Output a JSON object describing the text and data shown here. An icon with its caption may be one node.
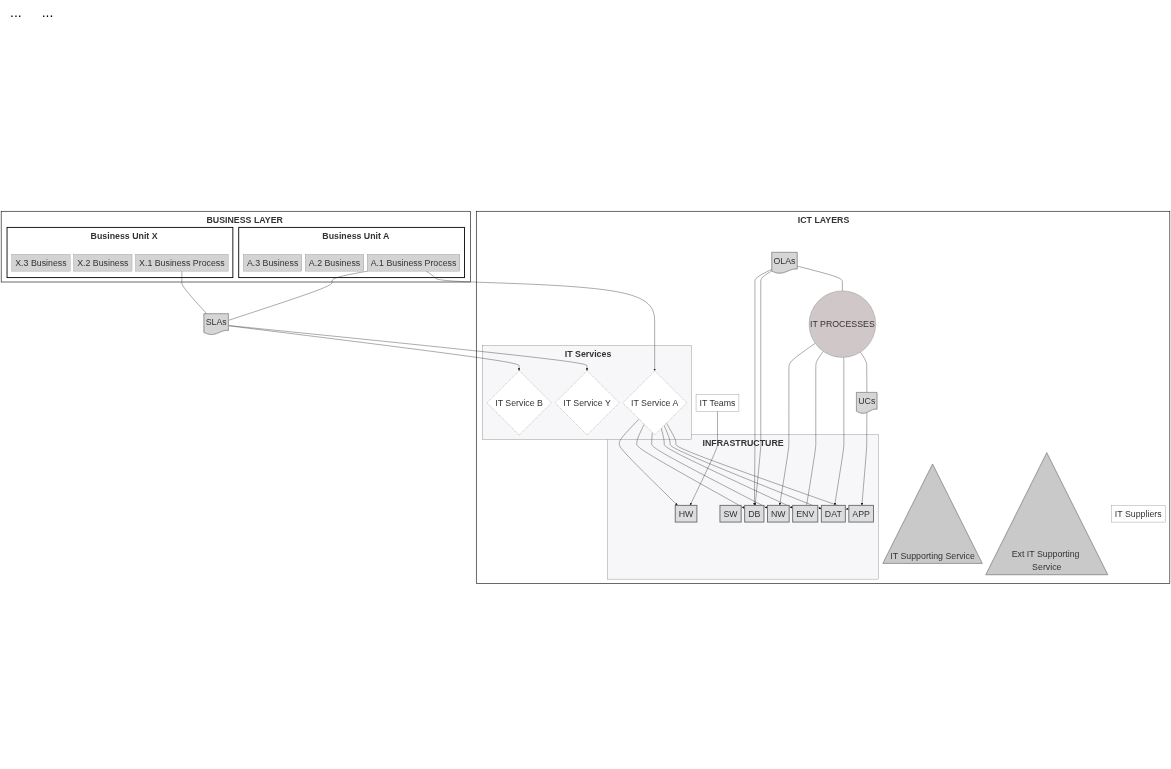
{
  "diagram": {
    "nodes": [
      {
        "text": [
          "BUSINESS LAYER"
        ]
      },
      {
        "text": [
          "Business Unit A"
        ],
        "in": 0
      },
      {
        "text": [
          "A.3 Business"
        ],
        "in": 1
      },
      {
        "text": [
          "A.2 Business"
        ],
        "in": 1
      },
      {
        "text": [
          "A.1 Business Process"
        ],
        "in": 1
      },
      {
        "text": [
          "Business Unit X"
        ],
        "in": 0
      },
      {
        "text": [
          "X.3 Business"
        ],
        "in": 5
      },
      {
        "text": [
          "X.2 Business"
        ],
        "in": 5
      },
      {
        "text": [
          "X.1 Business Process"
        ],
        "in": 5
      },
      {
        "text": [
          "ICT LAYERS"
        ]
      },
      {
        "text": [
          "SLAs"
        ]
      },
      {
        "text": [
          "IT Services"
        ],
        "in": 9
      },
      {
        "text": [
          "IT Service A"
        ],
        "in": 11
      },
      {
        "text": [
          "IT Service B"
        ],
        "in": 11
      },
      {
        "text": [
          "IT Service Y"
        ],
        "in": 11
      },
      {
        "text": [
          "INFRASTRUCTURE"
        ],
        "in": 9
      },
      {
        "text": [
          "HW"
        ],
        "in": 15
      },
      {
        "text": [
          "SW"
        ],
        "in": 15
      },
      {
        "text": [
          "DB"
        ],
        "in": 15
      },
      {
        "text": [
          "NW"
        ],
        "in": 15
      },
      {
        "text": [
          "ENV"
        ],
        "in": 15
      },
      {
        "text": [
          "DAT"
        ],
        "in": 15
      },
      {
        "text": [
          "APP"
        ],
        "in": 15
      },
      {
        "text": [
          "IT Supporting Service"
        ],
        "in": 9
      },
      {
        "text": [
          "IT PROCESSES"
        ],
        "in": 9
      },
      {
        "text": [
          "Ext IT Supporting Service"
        ],
        "in": 9
      },
      {
        "text": [
          "IT Teams"
        ],
        "in": 9
      },
      {
        "text": [
          "OLAs"
        ],
        "in": 9
      },
      {
        "text": [
          "IT Suppliers"
        ],
        "in": 9
      },
      {
        "text": [
          "UCs"
        ],
        "in": 9
      }
    ],
    "edges": [
      {
        "from": 4,
        "to": 10,
        "arrow": "none"
      },
      {
        "from": 8,
        "to": 10,
        "arrow": "none"
      },
      {
        "from": 4,
        "to": 12,
        "arrow": "to"
      },
      {
        "from": 10,
        "to": 13,
        "arrow": "to"
      },
      {
        "from": 10,
        "to": 14,
        "arrow": "to"
      },
      {
        "from": 12,
        "to": 16,
        "arrow": "to"
      },
      {
        "from": 12,
        "to": 18,
        "arrow": "to"
      },
      {
        "from": 12,
        "to": 19,
        "arrow": "to"
      },
      {
        "from": 12,
        "to": 20,
        "arrow": "to"
      },
      {
        "from": 12,
        "to": 21,
        "arrow": "to"
      },
      {
        "from": 12,
        "to": 22,
        "arrow": "to"
      },
      {
        "from": 26,
        "to": 16,
        "arrow": "to"
      },
      {
        "from": 27,
        "to": 18,
        "arrow": "to"
      },
      {
        "from": 27,
        "to": 18,
        "arrow": "to"
      },
      {
        "from": 27,
        "to": 24,
        "arrow": "none"
      },
      {
        "from": 24,
        "to": 19,
        "arrow": "to"
      },
      {
        "from": 24,
        "to": 20,
        "arrow": "none"
      },
      {
        "from": 24,
        "to": 21,
        "arrow": "to"
      },
      {
        "from": 24,
        "to": 29,
        "arrow": "none"
      },
      {
        "from": 29,
        "to": 22,
        "arrow": "to"
      }
    ],
    "labels": [
      "...",
      "..."
    ]
  }
}
